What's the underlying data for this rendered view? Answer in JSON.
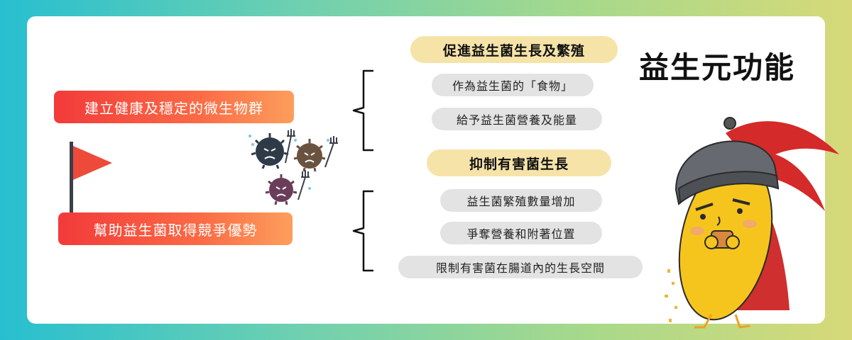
{
  "title": "益生元功能",
  "left": {
    "top_pill": "建立健康及穩定的微生物群",
    "bottom_pill": "幫助益生菌取得競爭優勢"
  },
  "groups": [
    {
      "heading": "促進益生菌生長及繁殖",
      "items": [
        "作為益生菌的「食物」",
        "給予益生菌營養及能量"
      ]
    },
    {
      "heading": "抑制有害菌生長",
      "items": [
        "益生菌繁殖數量增加",
        "爭奪營養和附著位置",
        "限制有害菌在腸道內的生長空間"
      ]
    }
  ],
  "colors": {
    "red_pill_start": "#f23a3a",
    "red_pill_end": "#fd9e5c",
    "heading_pill": "#f6e3a8",
    "item_pill": "#e3e3e3",
    "flag": "#ee4a3a"
  },
  "icons": [
    "flag-icon",
    "bacteria-icon",
    "mascot-illustration"
  ]
}
